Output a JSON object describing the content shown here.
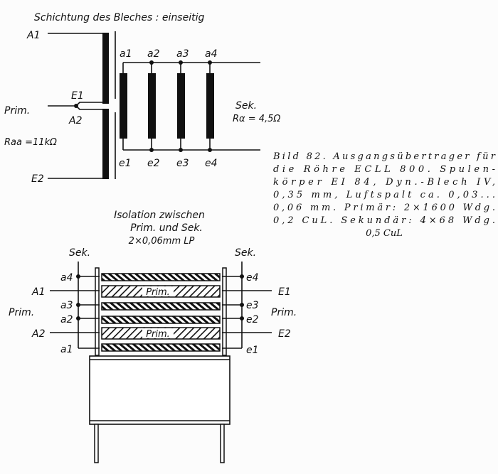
{
  "schematic": {
    "title": "Schichtung des Bleches : einseitig",
    "primary_terminals": {
      "A1": "A1",
      "E1": "E1",
      "A2": "A2",
      "E2": "E2"
    },
    "prim_label": "Prim.",
    "primary_impedance": "Raa =11kΩ",
    "secondary_top": [
      "a1",
      "a2",
      "a3",
      "a4"
    ],
    "secondary_bottom": [
      "e1",
      "e2",
      "e3",
      "e4"
    ],
    "sek_label": "Sek.",
    "secondary_impedance": "Rα = 4,5Ω"
  },
  "winding": {
    "title_lines": [
      "Isolation zwischen",
      "Prim. und Sek.",
      "2×0,06mm LP"
    ],
    "left_sek": "Sek.",
    "right_sek": "Sek.",
    "left_labels": {
      "a4": "a4",
      "A1": "A1",
      "a3": "a3",
      "prim": "Prim.",
      "a2": "a2",
      "A2": "A2",
      "a1": "a1"
    },
    "right_labels": {
      "e4": "e4",
      "E1": "E1",
      "e3": "e3",
      "prim": "Prim.",
      "e2": "e2",
      "E2": "E2",
      "e1": "e1"
    },
    "layer_prim_label": "Prim."
  },
  "caption": {
    "lines": [
      "Bild 82. Ausgangsübertrager für",
      "die Röhre ECLL 800. Spulen-",
      "körper EI 84, Dyn.-Blech IV,",
      "0,35 mm, Luftspalt ca. 0,03...",
      "0,06 mm. Primär: 2×1600 Wdg.",
      "0,2 CuL. Sekundär: 4×68 Wdg.",
      "0,5 CuL"
    ]
  }
}
